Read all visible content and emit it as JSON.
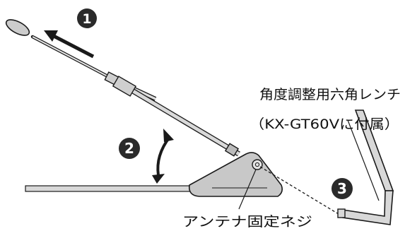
{
  "labels": {
    "wrench_line1": "角度調整用六角レンチ",
    "wrench_line2": "（KX-GT60Vに付属）",
    "screw": "アンテナ固定ネジ"
  },
  "steps": [
    {
      "number": "1"
    },
    {
      "number": "2"
    },
    {
      "number": "3"
    }
  ],
  "colors": {
    "badge": "#2a2a2a",
    "base_fill": "#c8c8c8",
    "stroke": "#1a1a1a",
    "rod_fill": "#d4d4d4"
  }
}
